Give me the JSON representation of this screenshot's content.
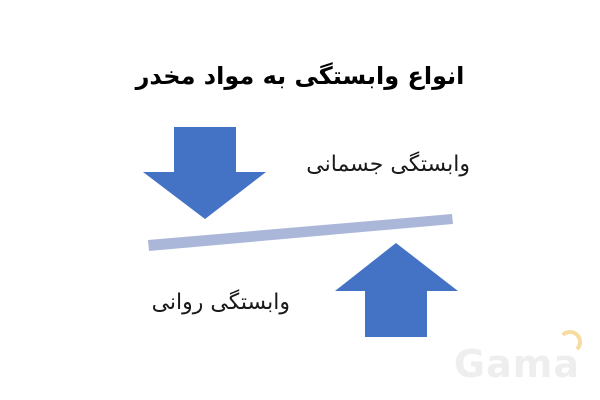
{
  "title": "انواع وابستگی به مواد مخدر",
  "labels": {
    "physical": "وابستگی جسمانی",
    "psychological": "وابستگی روانی"
  },
  "watermark": "Gama",
  "colors": {
    "arrow": "#4472c4",
    "bar": "#aab7d9",
    "text": "#000000"
  },
  "icons": {
    "down_arrow": "arrow-down-icon",
    "up_arrow": "arrow-up-icon"
  }
}
